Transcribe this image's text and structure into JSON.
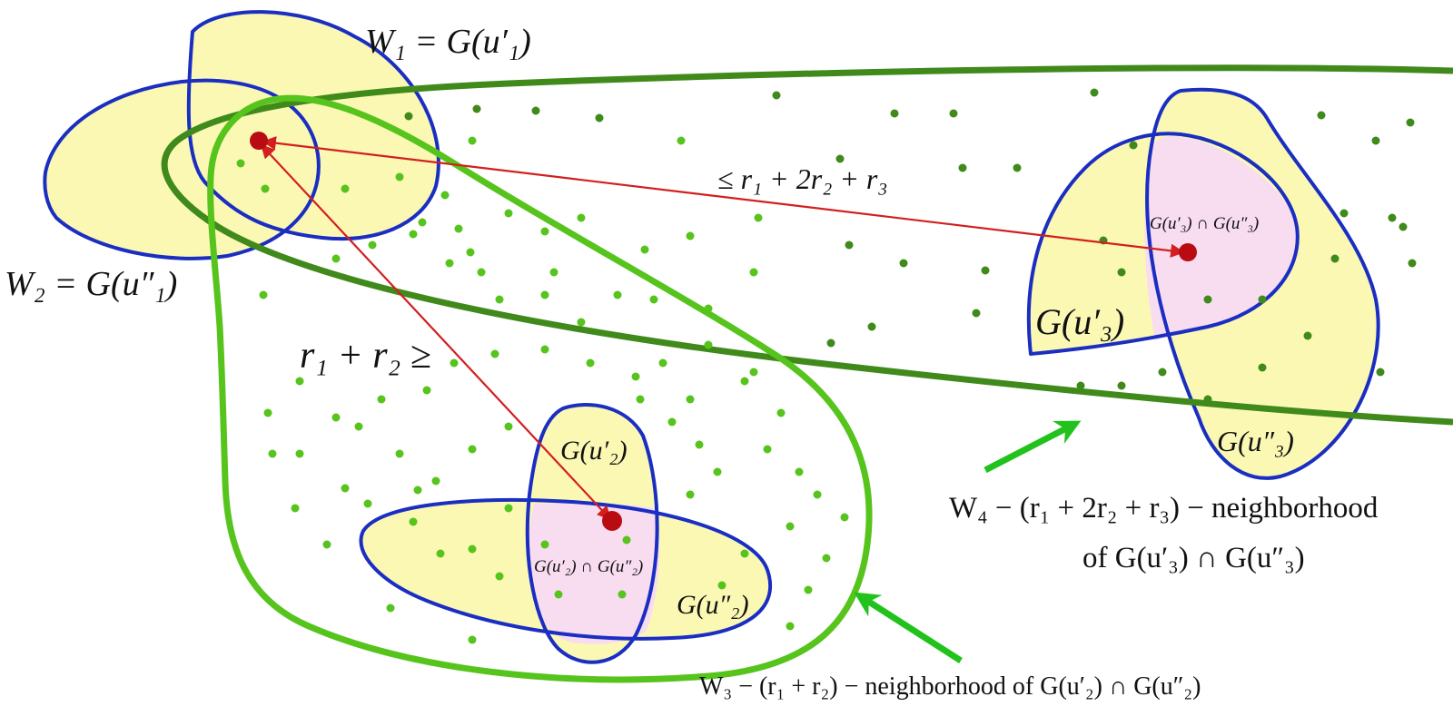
{
  "labels": {
    "w1": "W₁ = G(u′₁)",
    "w2": "W₂ = G(u″₁)",
    "dist_top": "≤ r₁ + 2r₂ + r₃",
    "dist_left": "r₁ + r₂ ≥",
    "g_u2p": "G(u′₂)",
    "g_u2pp": "G(u″₂)",
    "inter2": "G(u′₂) ∩ G(u″₂)",
    "g_u3p": "G(u′₃)",
    "g_u3pp": "G(u″₃)",
    "inter3": "G(u′₃) ∩ G(u″₃)",
    "w4_line1": "W₄ − (r₁ + 2r₂ + r₃) − neighborhood",
    "w4_line2": "of G(u′₃) ∩ G(u″₃)",
    "w3": "W₃ − (r₁ + r₂) − neighborhood of G(u′₂) ∩ G(u″₂)"
  },
  "colors": {
    "blue_outline": "#1a2ec2",
    "yellow_fill": "#fbf8b4",
    "pink_fill": "#f8dcf0",
    "dark_green": "#3f8a1a",
    "light_green": "#56c41c",
    "red_arrow": "#d21f1f",
    "point": "#b80c12"
  }
}
